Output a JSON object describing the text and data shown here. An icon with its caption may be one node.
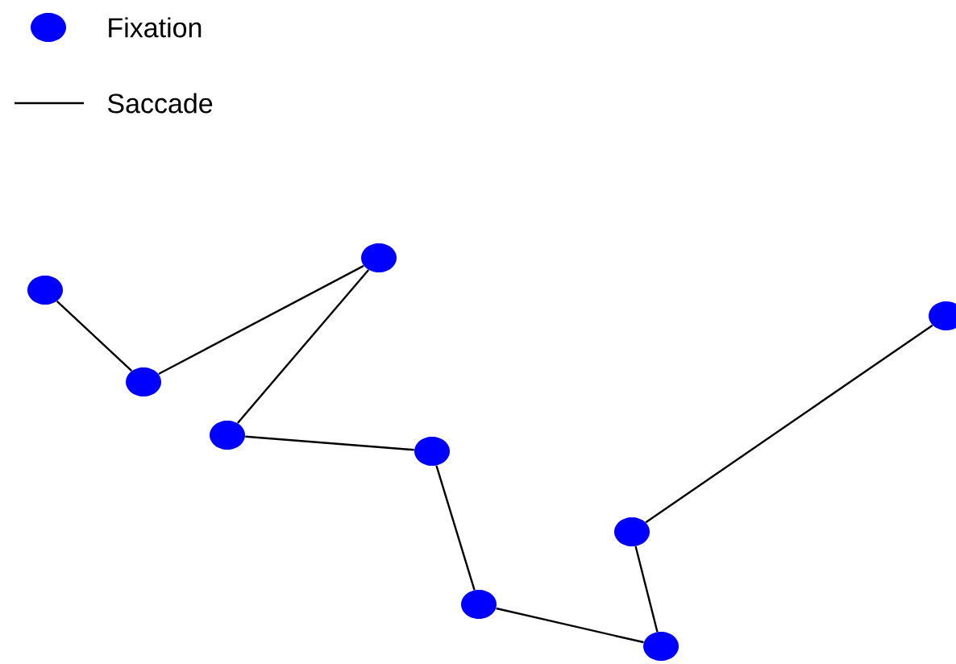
{
  "diagram": {
    "nodes": [
      {
        "text": [],
        "shape": "circle"
      },
      {
        "text": [],
        "shape": "circle"
      },
      {
        "text": [],
        "shape": "circle"
      },
      {
        "text": [],
        "shape": "circle"
      },
      {
        "text": [],
        "shape": "circle"
      },
      {
        "text": [],
        "shape": "circle"
      },
      {
        "text": [],
        "shape": "circle"
      },
      {
        "text": [],
        "shape": "circle"
      },
      {
        "text": [],
        "shape": "circle"
      }
    ],
    "edges": [
      {
        "from": 0,
        "to": 1,
        "arrow": "none"
      },
      {
        "from": 1,
        "to": 2,
        "arrow": "none"
      },
      {
        "from": 2,
        "to": 3,
        "arrow": "none"
      },
      {
        "from": 3,
        "to": 4,
        "arrow": "none"
      },
      {
        "from": 4,
        "to": 5,
        "arrow": "none"
      },
      {
        "from": 5,
        "to": 6,
        "arrow": "none"
      },
      {
        "from": 6,
        "to": 7,
        "arrow": "none"
      },
      {
        "from": 7,
        "to": 8,
        "arrow": "none"
      }
    ],
    "legend": [
      {
        "text": "Fixation",
        "color": "#0000ff"
      },
      {
        "text": "Saccade"
      }
    ]
  }
}
